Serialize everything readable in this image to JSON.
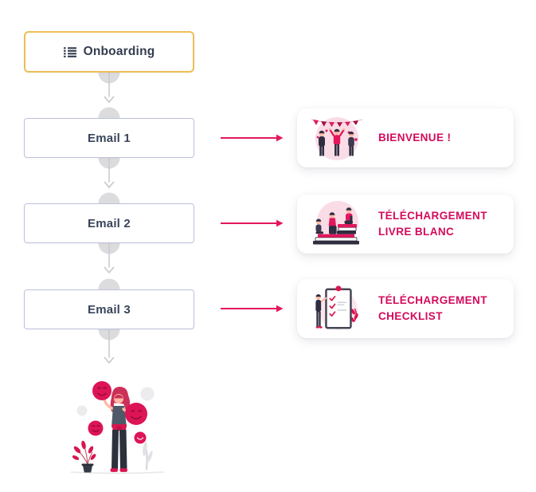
{
  "flow": {
    "trigger": {
      "label": "Onboarding",
      "icon": "list-icon"
    },
    "steps": [
      {
        "label": "Email 1"
      },
      {
        "label": "Email 2"
      },
      {
        "label": "Email 3"
      }
    ]
  },
  "cards": [
    {
      "illustration": "welcome-party-illustration",
      "line1": "BIENVENUE !",
      "line2": ""
    },
    {
      "illustration": "whitepaper-books-illustration",
      "line1": "TÉLÉCHARGEMENT",
      "line2": "LIVRE BLANC"
    },
    {
      "illustration": "checklist-illustration",
      "line1": "TÉLÉCHARGEMENT",
      "line2": "CHECKLIST"
    }
  ],
  "footer": {
    "illustration": "woman-juggling-smileys-illustration"
  },
  "palette": {
    "accent_pink": "#E3175E",
    "title_pink": "#D30B5C",
    "trigger_border_yellow": "#EDBE55",
    "step_border_lavender": "#BDC1DC",
    "text_navy": "#39455A",
    "connector_gray": "#C8C8CD",
    "connector_dot_gray": "#DCDCDF",
    "illustration_dark": "#2F2E41",
    "illustration_pink_bg": "#FADCE6",
    "background": "#FFFFFF"
  }
}
